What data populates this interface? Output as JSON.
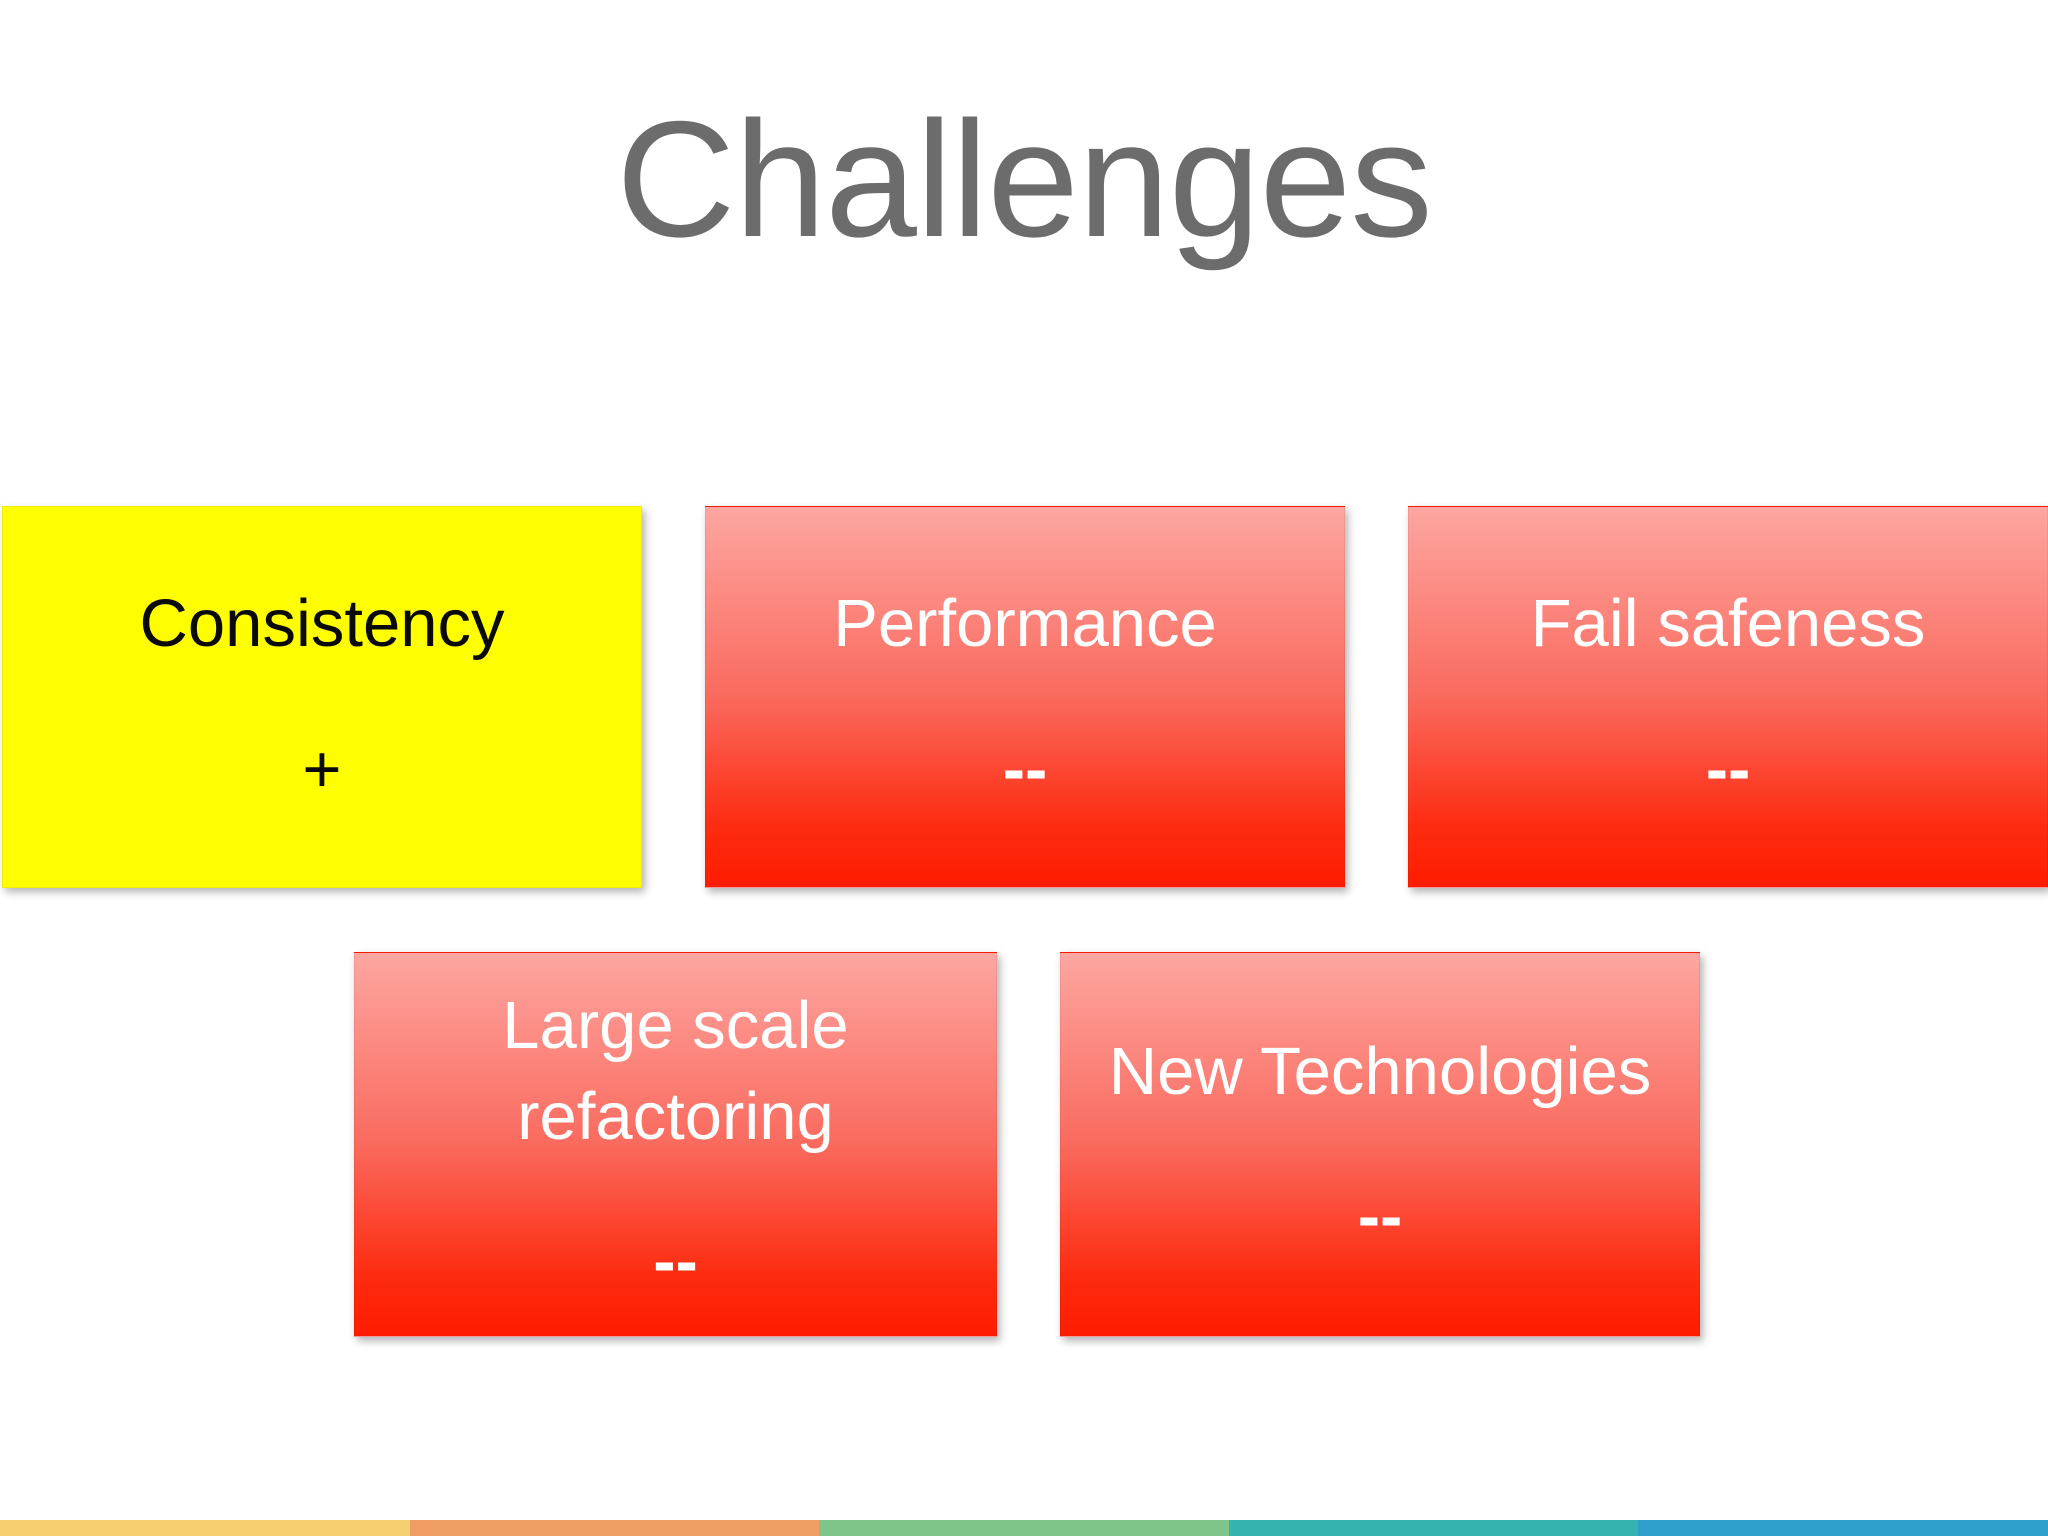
{
  "slide": {
    "title": "Challenges",
    "title_color": "#6c6c6c",
    "background_color": "#ffffff"
  },
  "tiles": [
    {
      "label": "Consistency",
      "rating": "+",
      "sentiment": "positive",
      "background_css": "#fefe00",
      "background_color": "#fefe00",
      "text_color": "#0a0a0a"
    },
    {
      "label": "Performance",
      "rating": "--",
      "sentiment": "negative",
      "background_css": "linear-gradient(180deg, #fda6a1 0%, #fa6a5e 50%, #fd2c10 84%, #fe1c00 100%)",
      "gradient_top_color": "#fda6a1",
      "gradient_bottom_color": "#fe1c00",
      "text_color": "#ffffff"
    },
    {
      "label": "Fail safeness",
      "rating": "--",
      "sentiment": "negative",
      "background_css": "linear-gradient(180deg, #fda6a1 0%, #fa6a5e 50%, #fd2c10 84%, #fe1c00 100%)",
      "gradient_top_color": "#fda6a1",
      "gradient_bottom_color": "#fe1c00",
      "text_color": "#ffffff"
    },
    {
      "label": "Large scale refactoring",
      "rating": "--",
      "sentiment": "negative",
      "background_css": "linear-gradient(180deg, #fda6a1 0%, #fa6a5e 50%, #fd2c10 84%, #fe1c00 100%)",
      "gradient_top_color": "#fda6a1",
      "gradient_bottom_color": "#fe1c00",
      "text_color": "#ffffff"
    },
    {
      "label": "New Technologies",
      "rating": "--",
      "sentiment": "negative",
      "background_css": "linear-gradient(180deg, #fda6a1 0%, #fa6a5e 50%, #fd2c10 84%, #fe1c00 100%)",
      "gradient_top_color": "#fda6a1",
      "gradient_bottom_color": "#fe1c00",
      "text_color": "#ffffff"
    }
  ],
  "footer_bar": {
    "segments": [
      {
        "name": "gold",
        "color": "#f5cf72"
      },
      {
        "name": "orange",
        "color": "#ef9d62"
      },
      {
        "name": "green",
        "color": "#7fc488"
      },
      {
        "name": "teal",
        "color": "#35b3af"
      },
      {
        "name": "blue",
        "color": "#2e9fca"
      }
    ]
  }
}
